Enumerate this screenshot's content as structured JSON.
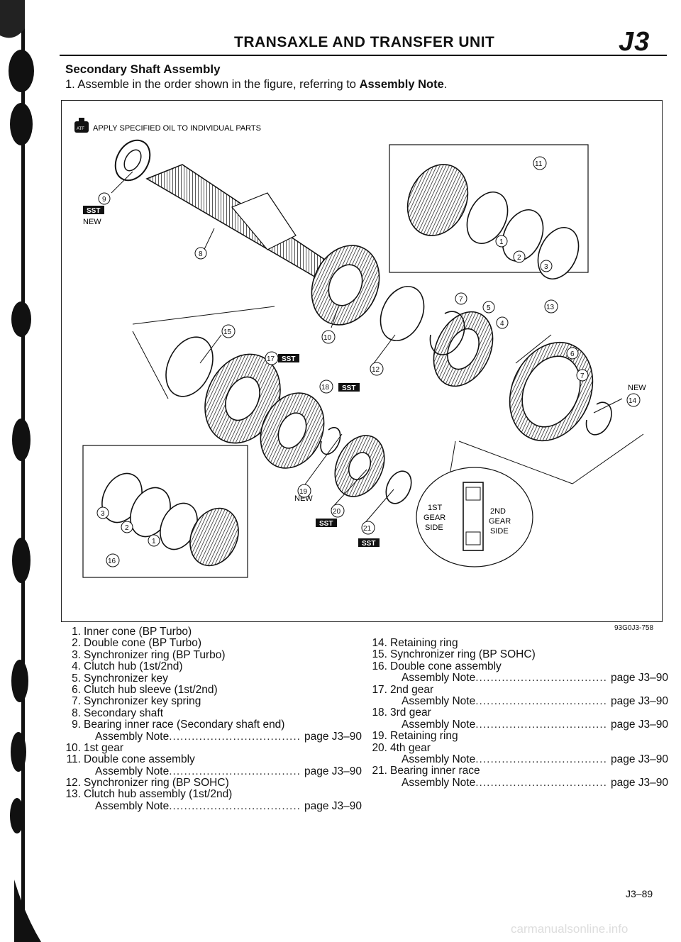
{
  "header": {
    "title": "TRANSAXLE AND TRANSFER UNIT",
    "code": "J3"
  },
  "section": {
    "title": "Secondary Shaft Assembly",
    "instruction_prefix": "1. Assemble in the order shown in the figure, referring to ",
    "instruction_bold": "Assembly Note",
    "instruction_suffix": "."
  },
  "figure": {
    "oil_note": "APPLY SPECIFIED OIL TO INDIVIDUAL PARTS",
    "oil_badge": "ATF",
    "sst_label": "SST",
    "new_label": "NEW",
    "code": "93G0J3-758",
    "gear_side_1": [
      "1ST",
      "GEAR",
      "SIDE"
    ],
    "gear_side_2": [
      "2ND",
      "GEAR",
      "SIDE"
    ],
    "callouts": [
      "1",
      "2",
      "3",
      "4",
      "5",
      "6",
      "7",
      "8",
      "9",
      "10",
      "11",
      "12",
      "13",
      "14",
      "15",
      "16",
      "17",
      "18",
      "19",
      "20",
      "21"
    ]
  },
  "parts_left": [
    {
      "num": "1.",
      "name": "Inner cone (BP Turbo)"
    },
    {
      "num": "2.",
      "name": "Double cone (BP Turbo)"
    },
    {
      "num": "3.",
      "name": "Synchronizer ring (BP Turbo)"
    },
    {
      "num": "4.",
      "name": "Clutch hub (1st/2nd)"
    },
    {
      "num": "5.",
      "name": "Synchronizer key"
    },
    {
      "num": "6.",
      "name": "Clutch hub sleeve (1st/2nd)"
    },
    {
      "num": "7.",
      "name": "Synchronizer key spring"
    },
    {
      "num": "8.",
      "name": "Secondary shaft"
    },
    {
      "num": "9.",
      "name": "Bearing inner race (Secondary shaft end)",
      "note": "Assembly Note",
      "page": "page J3–90"
    },
    {
      "num": "10.",
      "name": "1st gear"
    },
    {
      "num": "11.",
      "name": "Double cone assembly",
      "note": "Assembly Note",
      "page": "page J3–90"
    },
    {
      "num": "12.",
      "name": "Synchronizer ring (BP SOHC)"
    },
    {
      "num": "13.",
      "name": "Clutch hub assembly (1st/2nd)",
      "note": "Assembly Note",
      "page": "page J3–90"
    }
  ],
  "parts_right": [
    {
      "num": "14.",
      "name": "Retaining ring"
    },
    {
      "num": "15.",
      "name": "Synchronizer ring (BP SOHC)"
    },
    {
      "num": "16.",
      "name": "Double cone assembly",
      "note": "Assembly Note",
      "page": "page J3–90"
    },
    {
      "num": "17.",
      "name": "2nd gear",
      "note": "Assembly Note",
      "page": "page J3–90"
    },
    {
      "num": "18.",
      "name": "3rd gear",
      "note": "Assembly Note",
      "page": "page J3–90"
    },
    {
      "num": "19.",
      "name": "Retaining ring"
    },
    {
      "num": "20.",
      "name": "4th gear",
      "note": "Assembly Note",
      "page": "page J3–90"
    },
    {
      "num": "21.",
      "name": "Bearing inner race",
      "note": "Assembly Note",
      "page": "page J3–90"
    }
  ],
  "footer": {
    "page_number": "J3–89",
    "watermark": "carmanualsonline.info"
  }
}
